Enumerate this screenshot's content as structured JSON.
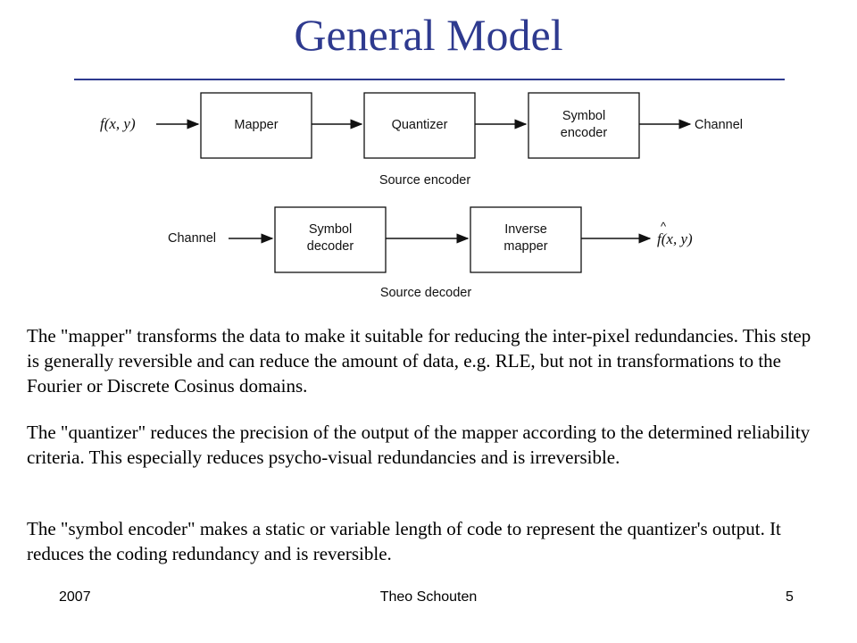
{
  "slide": {
    "title": "General Model"
  },
  "diagram": {
    "encoder": {
      "input": "f(x, y)",
      "boxes": [
        "Mapper",
        "Quantizer",
        "Symbol",
        "encoder"
      ],
      "output": "Channel",
      "caption": "Source encoder"
    },
    "decoder": {
      "input": "Channel",
      "box1": [
        "Symbol",
        "decoder"
      ],
      "box2": [
        "Inverse",
        "mapper"
      ],
      "output_func": "f",
      "output_args": "(x, y)",
      "caption": "Source decoder"
    }
  },
  "paragraphs": [
    "The \"mapper\" transforms the data to make it suitable for reducing the inter-pixel redundancies. This step is generally reversible and can reduce the amount of data, e.g. RLE, but not in transformations to the Fourier or Discrete Cosinus domains.",
    "The \"quantizer\" reduces the precision of the output of the mapper according to the determined reliability criteria. This especially reduces psycho-visual redundancies and is irreversible.",
    "The \"symbol encoder\" makes a static or variable length of code to represent the quantizer's output. It reduces the coding redundancy and is reversible."
  ],
  "footer": {
    "year": "2007",
    "author": "Theo Schouten",
    "page": "5"
  }
}
